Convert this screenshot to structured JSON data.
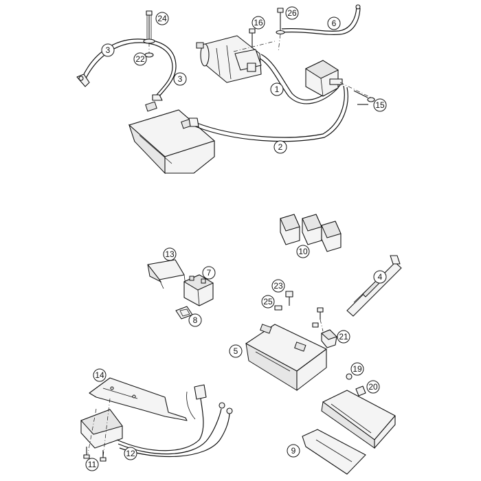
{
  "callouts": [
    {
      "id": "c24",
      "label": "24"
    },
    {
      "id": "c16",
      "label": "16"
    },
    {
      "id": "c26",
      "label": "26"
    },
    {
      "id": "c6",
      "label": "6"
    },
    {
      "id": "c3a",
      "label": "3"
    },
    {
      "id": "c22",
      "label": "22"
    },
    {
      "id": "c3b",
      "label": "3"
    },
    {
      "id": "c1",
      "label": "1"
    },
    {
      "id": "c15",
      "label": "15"
    },
    {
      "id": "c2",
      "label": "2"
    },
    {
      "id": "c10",
      "label": "10"
    },
    {
      "id": "c13",
      "label": "13"
    },
    {
      "id": "c7",
      "label": "7"
    },
    {
      "id": "c4",
      "label": "4"
    },
    {
      "id": "c23",
      "label": "23"
    },
    {
      "id": "c25",
      "label": "25"
    },
    {
      "id": "c8",
      "label": "8"
    },
    {
      "id": "c21",
      "label": "21"
    },
    {
      "id": "c5",
      "label": "5"
    },
    {
      "id": "c19",
      "label": "19"
    },
    {
      "id": "c14",
      "label": "14"
    },
    {
      "id": "c20",
      "label": "20"
    },
    {
      "id": "c12",
      "label": "12"
    },
    {
      "id": "c11",
      "label": "11"
    },
    {
      "id": "c9",
      "label": "9"
    }
  ]
}
